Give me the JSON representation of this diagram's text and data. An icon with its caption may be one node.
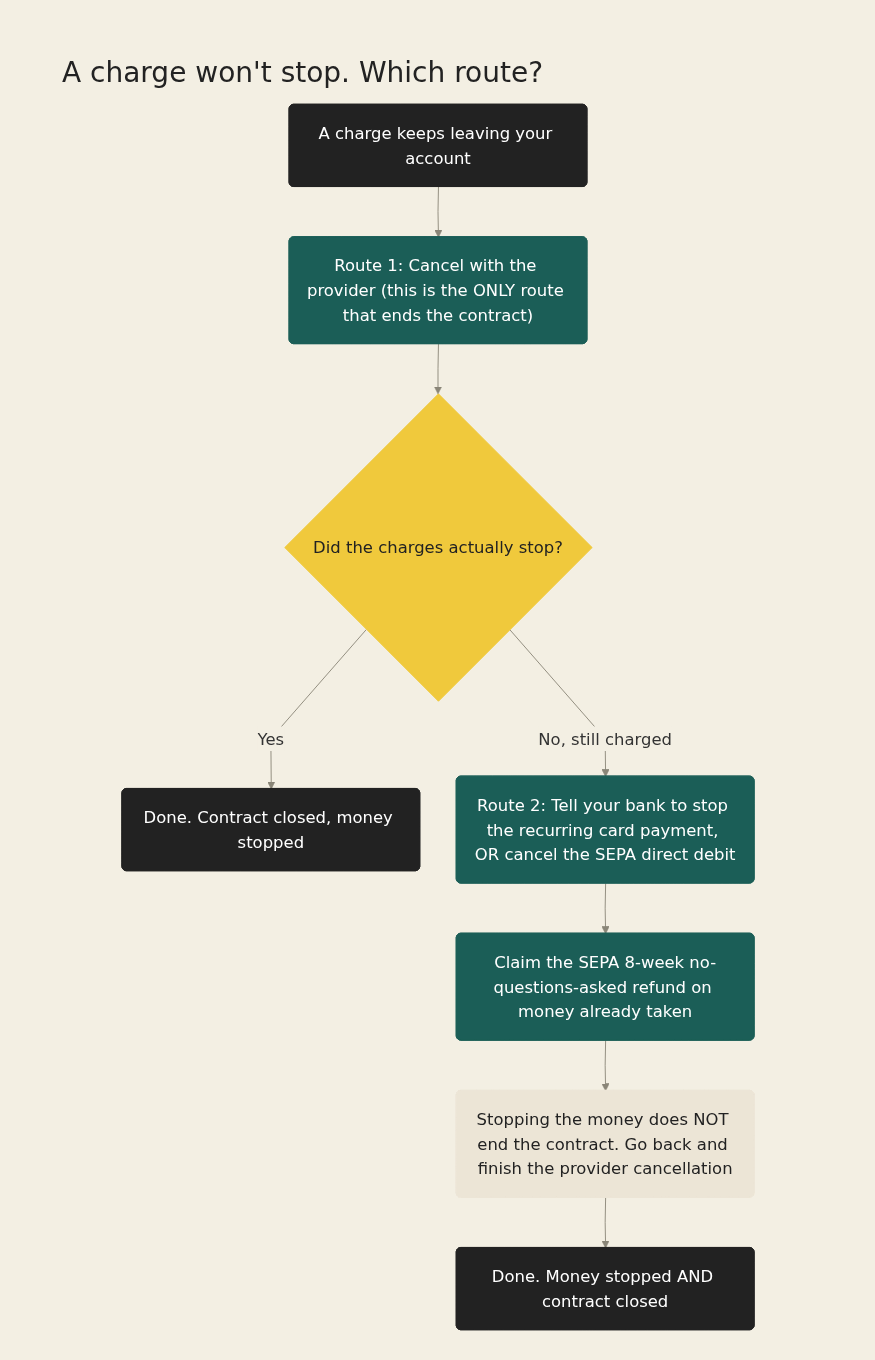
{
  "diagram": {
    "title": "A charge won't stop. Which route?",
    "nodes": [
      {
        "text": [
          "A charge keeps leaving your account"
        ]
      },
      {
        "text": [
          "Route 1: Cancel with the provider (this is the ONLY route that ends the contract)"
        ]
      },
      {
        "text": [
          "Did the charges actually stop?"
        ]
      },
      {
        "text": [
          "Done. Contract closed, money stopped"
        ]
      },
      {
        "text": [
          "Route 2: Tell your bank to stop the recurring card payment, OR cancel the SEPA direct debit"
        ]
      },
      {
        "text": [
          "Claim the SEPA 8-week no-questions-asked refund on money already taken"
        ]
      },
      {
        "text": [
          "Stopping the money does NOT end the contract. Go back and finish the provider cancellation"
        ]
      },
      {
        "text": [
          "Done. Money stopped AND contract closed"
        ]
      }
    ],
    "edges": [
      {
        "from": 0,
        "to": 1,
        "arrow": "to"
      },
      {
        "from": 1,
        "to": 2,
        "arrow": "to"
      },
      {
        "from": 2,
        "to": 3,
        "arrow": "to",
        "label": "Yes"
      },
      {
        "from": 2,
        "to": 4,
        "arrow": "to",
        "label": "No, still charged"
      },
      {
        "from": 4,
        "to": 5,
        "arrow": "to"
      },
      {
        "from": 5,
        "to": 6,
        "arrow": "to"
      },
      {
        "from": 6,
        "to": 7,
        "arrow": "to"
      }
    ]
  }
}
